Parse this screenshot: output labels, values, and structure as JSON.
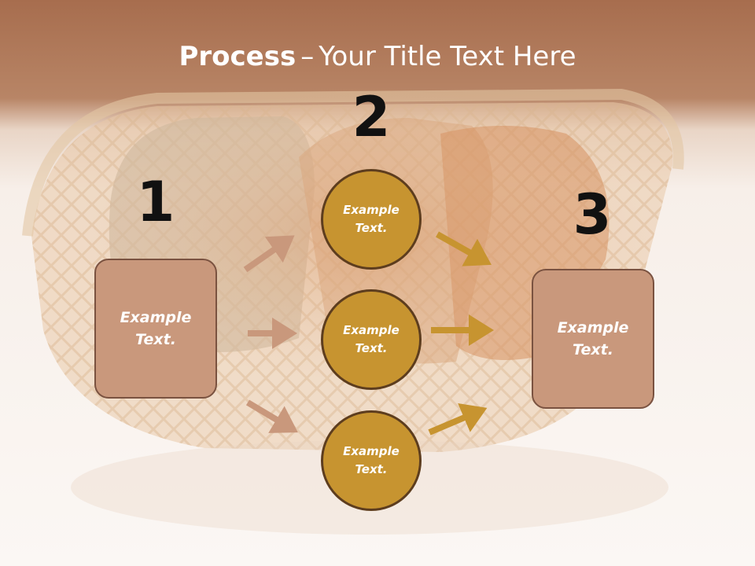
{
  "title": {
    "bold": "Process",
    "separator": "–",
    "rest": "Your Title Text Here"
  },
  "steps": {
    "step1": {
      "number": "1",
      "label": "Example Text."
    },
    "step2": {
      "number": "2",
      "circles": [
        "Example Text.",
        "Example Text.",
        "Example Text."
      ]
    },
    "step3": {
      "number": "3",
      "label": "Example Text."
    }
  },
  "colors": {
    "header_band": "#a76d4e",
    "box_fill": "#c9987c",
    "circle_fill": "#c79430",
    "left_arrow": "#c9987c",
    "right_arrow": "#c79430"
  }
}
